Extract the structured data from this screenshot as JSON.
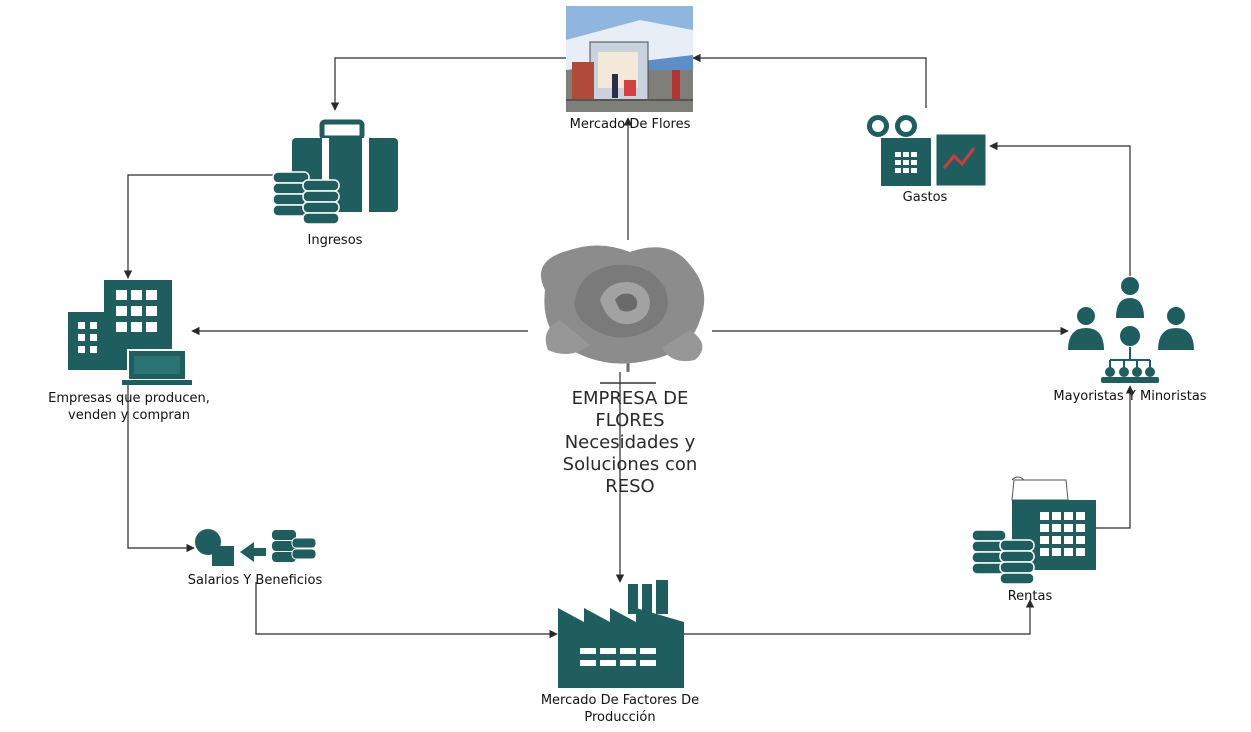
{
  "diagram": {
    "center": {
      "title_lines": [
        "EMPRESA DE",
        "FLORES",
        "Necesidades y",
        "Soluciones con",
        "RESO"
      ],
      "image": "rose-image"
    },
    "nodes": {
      "mercado_flores": {
        "label": "Mercado De Flores",
        "icon": "market-photo"
      },
      "ingresos": {
        "label": "Ingresos",
        "icon": "briefcase-coins-icon"
      },
      "gastos": {
        "label": "Gastos",
        "icon": "calculator-chart-icon"
      },
      "empresas": {
        "label_lines": [
          "Empresas que producen,",
          "venden y compran"
        ],
        "icon": "office-building-icon"
      },
      "mayoristas": {
        "label": "Mayoristas Y Minoristas",
        "icon": "people-network-icon"
      },
      "salarios": {
        "label": "Salarios Y Beneficios",
        "icon": "money-transfer-icon"
      },
      "rentas": {
        "label": "Rentas",
        "icon": "register-coins-icon"
      },
      "mercado_factores": {
        "label_lines": [
          "Mercado De Factores De",
          "Producción"
        ],
        "icon": "factory-icon"
      }
    },
    "colors": {
      "icon": "#1e5e5e",
      "icon_light": "#2b7373",
      "line": "#2a2a2a",
      "text": "#111111"
    }
  }
}
